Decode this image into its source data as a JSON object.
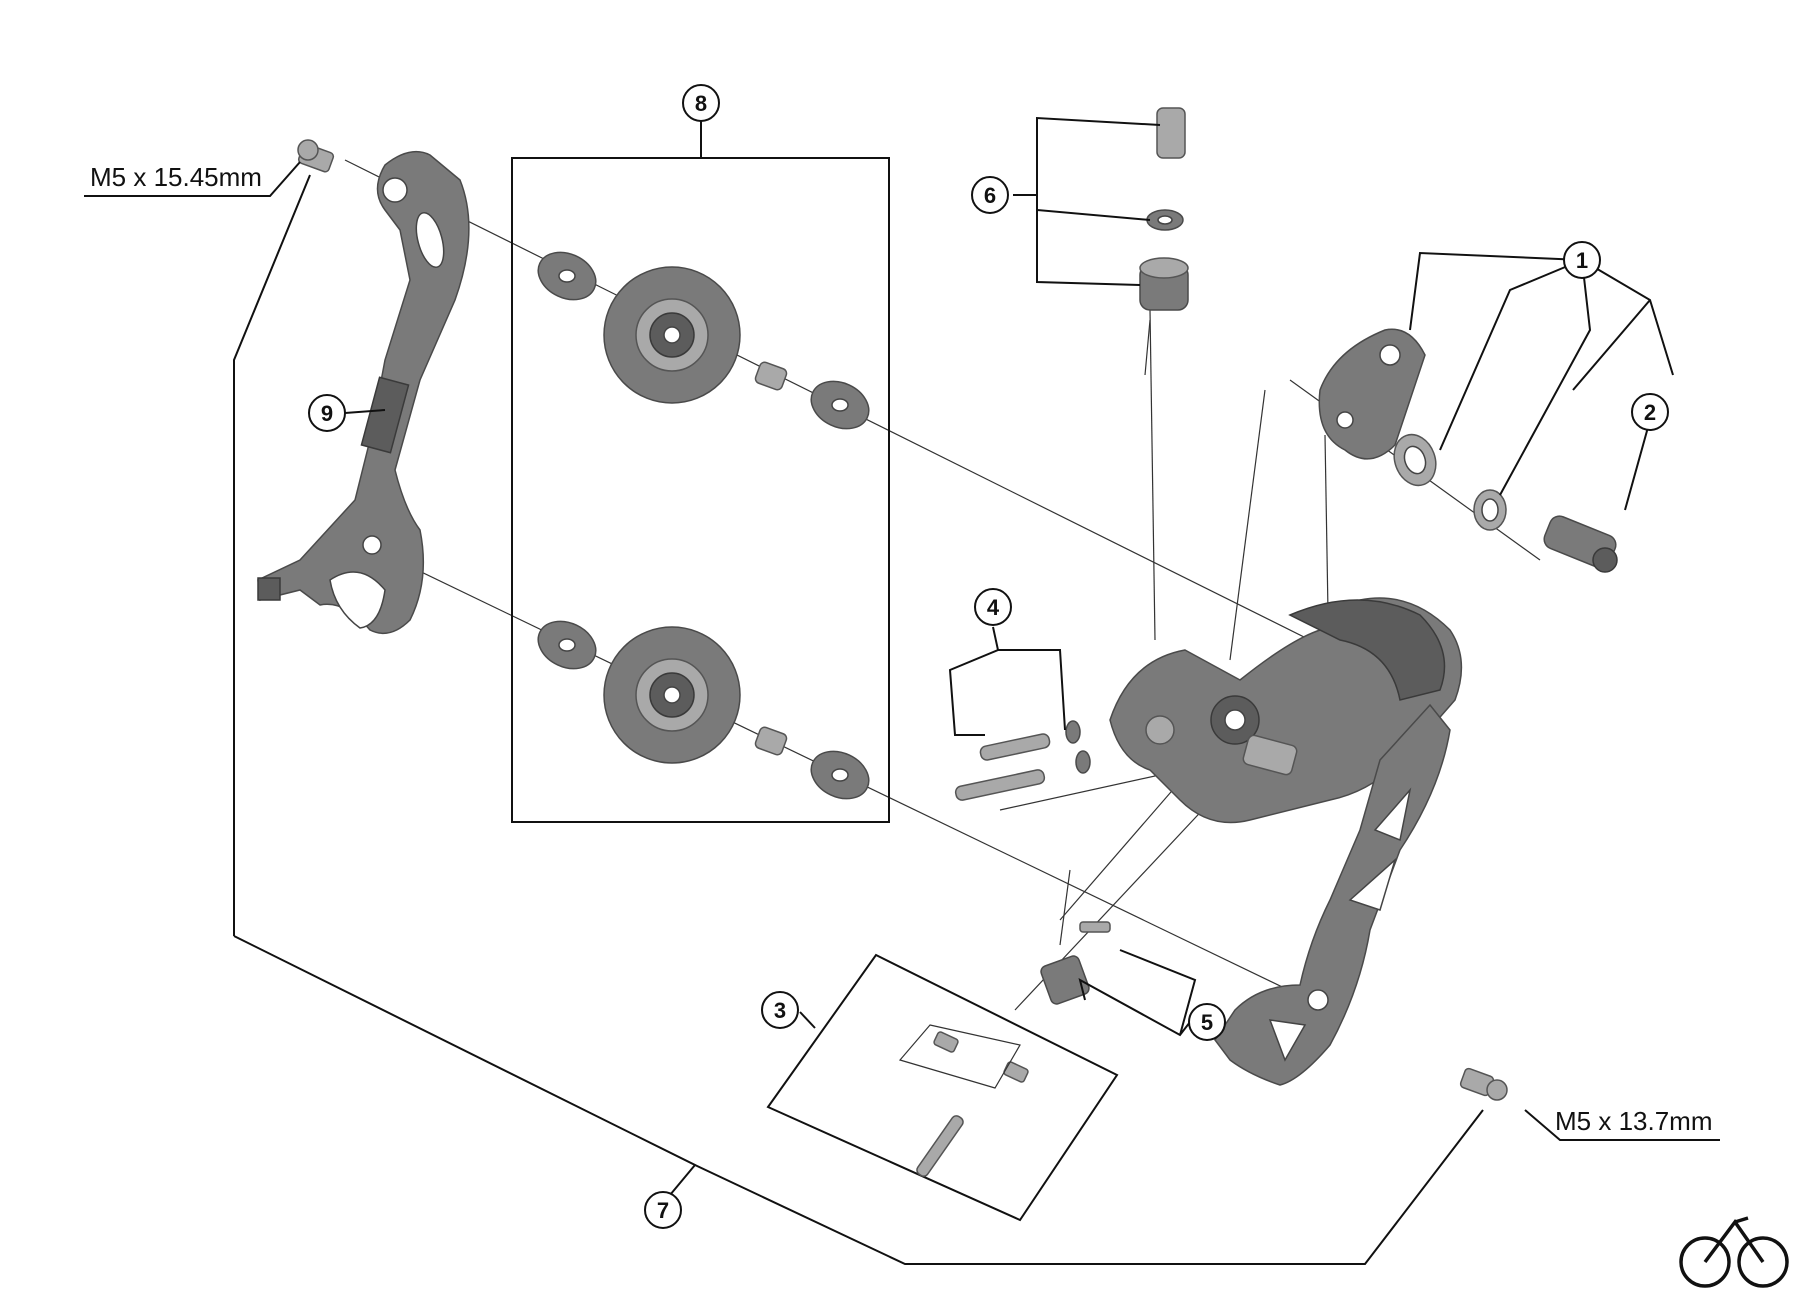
{
  "diagram": {
    "callouts": [
      "1",
      "2",
      "3",
      "4",
      "5",
      "6",
      "7",
      "8",
      "9"
    ],
    "specs": {
      "top_left_bolt": "M5 x 15.45mm",
      "bottom_right_bolt": "M5 x 13.7mm"
    },
    "logo": "bicycle-logo-icon"
  }
}
